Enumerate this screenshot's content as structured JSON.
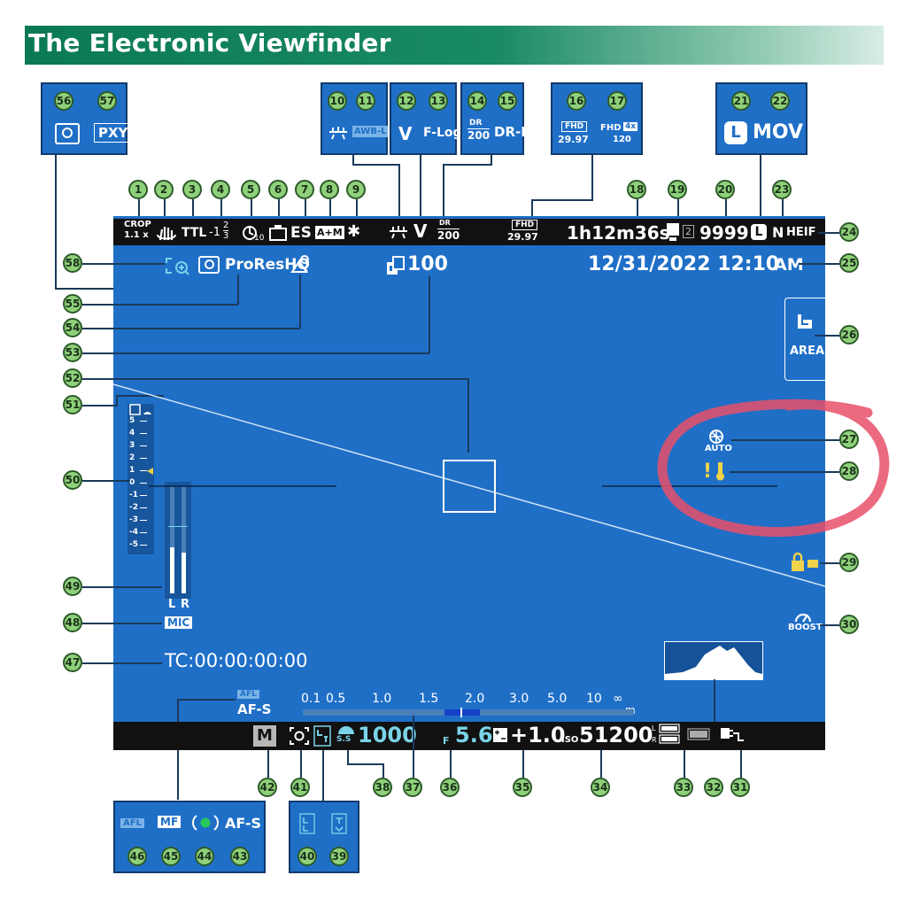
{
  "header": {
    "title": "The Electronic Viewfinder"
  },
  "callout_labels": [
    "1",
    "2",
    "3",
    "4",
    "5",
    "6",
    "7",
    "8",
    "9",
    "10",
    "11",
    "12",
    "13",
    "14",
    "15",
    "16",
    "17",
    "18",
    "19",
    "20",
    "21",
    "22",
    "23",
    "24",
    "25",
    "26",
    "27",
    "28",
    "29",
    "30",
    "31",
    "32",
    "33",
    "34",
    "35",
    "36",
    "37",
    "38",
    "39",
    "40",
    "41",
    "42",
    "43",
    "44",
    "45",
    "46",
    "47",
    "48",
    "49",
    "50",
    "51",
    "52",
    "53",
    "54",
    "55",
    "56",
    "57",
    "58"
  ],
  "top_bar": {
    "crop_line1": "CROP",
    "crop_line2": "1.1 x",
    "ttl": "TTL",
    "ttl_comp": "-1",
    "ttl_frac_num": "2",
    "ttl_frac_den": "3",
    "timer_sub": "10",
    "es": "ES",
    "am": "A+M",
    "fhd": "FHD",
    "fhd_rate": "29.97",
    "rec_time": "1h12m36s",
    "slot2": "2",
    "shots": "9999",
    "n": "N",
    "heif": "HEIF",
    "dr": "DR",
    "dr_val": "200"
  },
  "second_row": {
    "prores": "ProResHQ",
    "frame_count": "100",
    "datetime": "12/31/2022 12:10",
    "ampm": "AM"
  },
  "touch": {
    "area": "AREA"
  },
  "right_icons": {
    "auto": "AUTO",
    "boost": "BOOST"
  },
  "exposure_scale": [
    "5",
    "4",
    "3",
    "2",
    "1",
    "0",
    "-1",
    "-2",
    "-3",
    "-4",
    "-5"
  ],
  "audio": {
    "l": "L",
    "r": "R",
    "mic": "MIC"
  },
  "timecode": "TC:00:00:00:00",
  "focus": {
    "afl": "AFL",
    "mode": "AF-S"
  },
  "distance_scale": [
    "0.1",
    "0.5",
    "1.0",
    "1.5",
    "2.0",
    "3.0",
    "5.0",
    "10",
    "∞"
  ],
  "distance_unit": "m",
  "bottom_bar": {
    "mode": "M",
    "ss_label": "S.S",
    "shutter": "1000",
    "f_label": "F",
    "aperture": "5.6",
    "exp_comp": "+1.0",
    "iso_label": "ISO",
    "iso": "51200",
    "l": "L",
    "r": "R"
  },
  "callout_boxes": {
    "b56_57": {
      "pxy": "PXY"
    },
    "b10_11": {
      "awb": "AWB-L"
    },
    "b12_13": {
      "flog": "F-Log"
    },
    "b14_15": {
      "dr": "DR",
      "dr_val": "200",
      "drp": "DR-P"
    },
    "b16_17": {
      "fhd": "FHD",
      "rate": "29.97",
      "fhd2": "FHD",
      "x4": "4x",
      "r120": "120"
    },
    "b21_22": {
      "l": "L",
      "mov": "MOV"
    },
    "b46_43": {
      "afl": "AFL",
      "mf": "MF",
      "afs": "AF-S"
    }
  },
  "colors": {
    "screen": "#1f6fc7",
    "header": "#0b7a52",
    "callout_fill": "#8fd17a",
    "annotation": "#e8506a",
    "accent_teal": "#7ad3e8"
  }
}
